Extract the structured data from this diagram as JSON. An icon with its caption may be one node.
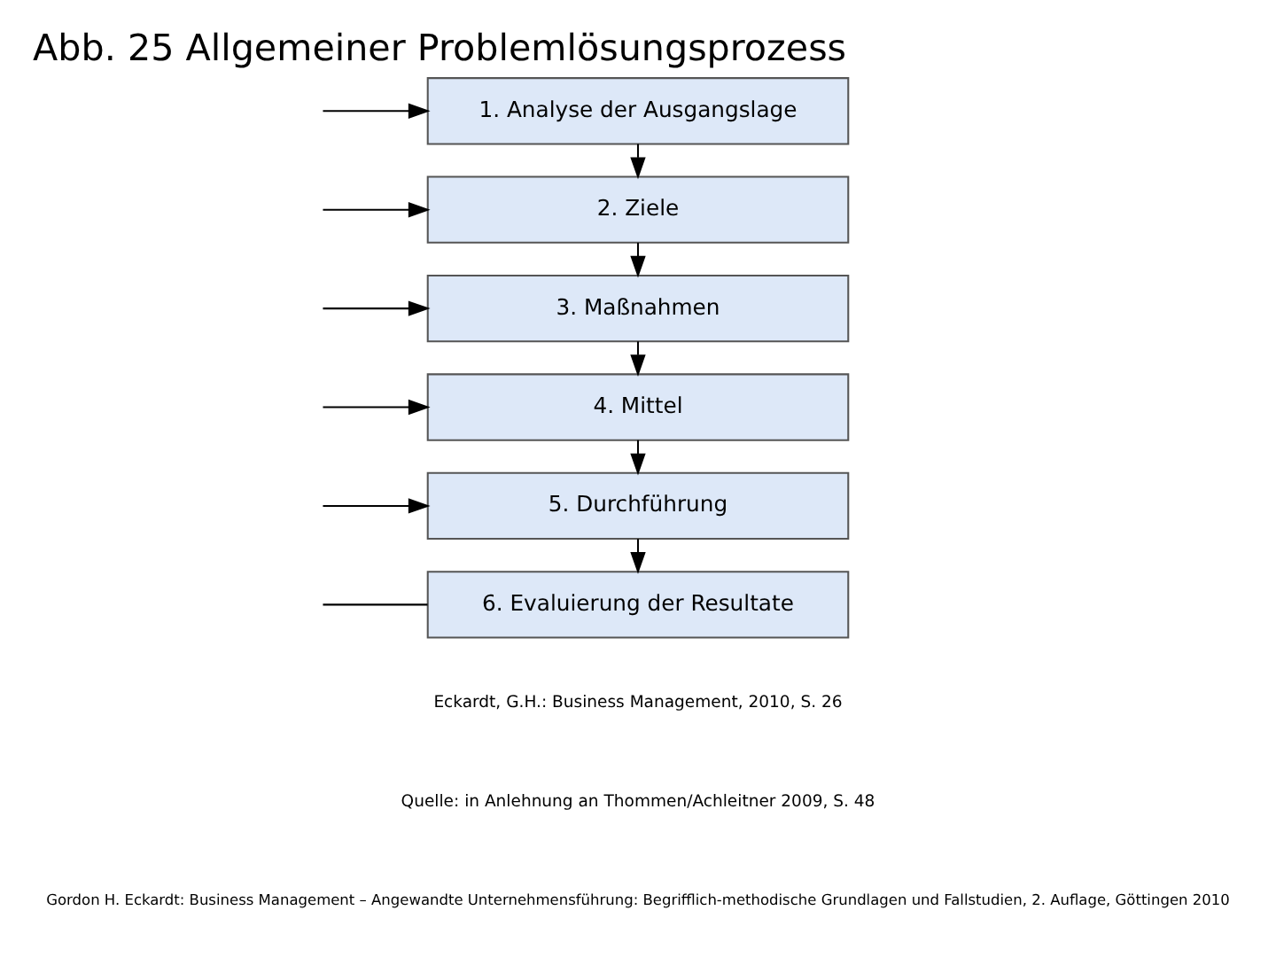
{
  "diagram": {
    "title": "Abb. 25 Allgemeiner Problemlösungsprozess",
    "nodes": [
      {
        "text": [
          "1. Analyse der Ausgangslage"
        ]
      },
      {
        "text": [
          "2. Ziele"
        ]
      },
      {
        "text": [
          "3. Maßnahmen"
        ]
      },
      {
        "text": [
          "4. Mittel"
        ]
      },
      {
        "text": [
          "5. Durchführung"
        ]
      },
      {
        "text": [
          "6. Evaluierung der Resultate"
        ]
      }
    ],
    "edges": [
      {
        "from": null,
        "to": 0,
        "arrow": "to"
      },
      {
        "from": null,
        "to": 1,
        "arrow": "to"
      },
      {
        "from": null,
        "to": 2,
        "arrow": "to"
      },
      {
        "from": null,
        "to": 3,
        "arrow": "to"
      },
      {
        "from": null,
        "to": 4,
        "arrow": "to"
      },
      {
        "from": null,
        "to": 5,
        "arrow": "none"
      },
      {
        "from": 0,
        "to": 1,
        "arrow": "to"
      },
      {
        "from": 1,
        "to": 2,
        "arrow": "to"
      },
      {
        "from": 2,
        "to": 3,
        "arrow": "to"
      },
      {
        "from": 3,
        "to": 4,
        "arrow": "to"
      },
      {
        "from": 4,
        "to": 5,
        "arrow": "to"
      }
    ],
    "labels": [
      "Eckardt, G.H.: Business Management, 2010, S. 26",
      "Quelle: in Anlehnung an Thommen/Achleitner 2009, S. 48",
      "Gordon H. Eckardt: Business Management – Angewandte Unternehmensführung: Begrifflich-methodische Grundlagen und Fallstudien, 2. Auflage, Göttingen 2010"
    ]
  }
}
